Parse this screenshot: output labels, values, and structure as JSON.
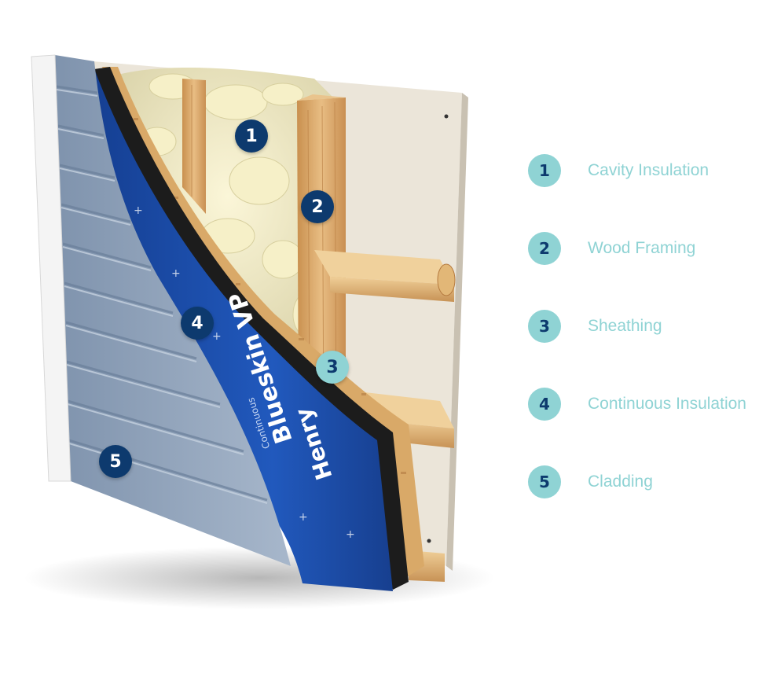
{
  "colors": {
    "marker_dark": "#0d3a6e",
    "marker_light": "#8fd3d4",
    "legend_text": "#8fd3d4",
    "membrane_blue": "#1d4ea8",
    "cladding": "#8fa3bb"
  },
  "diagram": {
    "markers": [
      {
        "number": "1",
        "component": "cavity-insulation"
      },
      {
        "number": "2",
        "component": "wood-framing"
      },
      {
        "number": "3",
        "component": "sheathing"
      },
      {
        "number": "4",
        "component": "continuous-insulation"
      },
      {
        "number": "5",
        "component": "cladding"
      }
    ],
    "membrane_print": {
      "brand": "Henry",
      "product": "Blueskin VP",
      "fine_print": "Continuous"
    }
  },
  "legend": {
    "items": [
      {
        "number": "1",
        "label": "Cavity Insulation"
      },
      {
        "number": "2",
        "label": "Wood Framing"
      },
      {
        "number": "3",
        "label": "Sheathing"
      },
      {
        "number": "4",
        "label": "Continuous Insulation"
      },
      {
        "number": "5",
        "label": "Cladding"
      }
    ]
  }
}
